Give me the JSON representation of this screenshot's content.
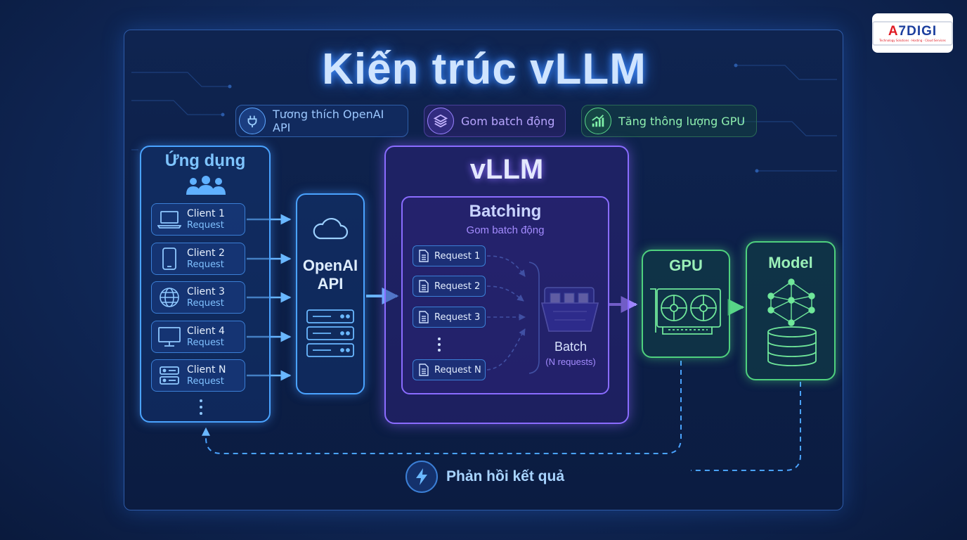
{
  "title": "Kiến trúc vLLM",
  "features": [
    {
      "label": "Tương thích OpenAI API",
      "icon": "plug-icon",
      "color": "#5fa8ff"
    },
    {
      "label": "Gom batch động",
      "icon": "layers-icon",
      "color": "#9a84ff"
    },
    {
      "label": "Tăng thông lượng GPU",
      "icon": "growth-chart-icon",
      "color": "#5ad68a"
    }
  ],
  "app": {
    "title": "Ứng dụng",
    "clients": [
      {
        "name": "Client 1",
        "sub": "Request",
        "icon": "laptop-icon"
      },
      {
        "name": "Client 2",
        "sub": "Request",
        "icon": "smartphone-icon"
      },
      {
        "name": "Client 3",
        "sub": "Request",
        "icon": "globe-icon"
      },
      {
        "name": "Client 4",
        "sub": "Request",
        "icon": "monitor-icon"
      },
      {
        "name": "Client N",
        "sub": "Request",
        "icon": "server-icon"
      }
    ]
  },
  "api": {
    "line1": "OpenAI",
    "line2": "API"
  },
  "vllm": {
    "title": "vLLM",
    "batching_title": "Batching",
    "batching_subtitle": "Gom batch động",
    "requests": [
      "Request 1",
      "Request 2",
      "Request 3",
      "Request N"
    ],
    "batch_label": "Batch",
    "batch_sub": "(N requests)"
  },
  "gpu": {
    "title": "GPU"
  },
  "model": {
    "title": "Model"
  },
  "feedback": "Phản hồi kết quả",
  "logo": {
    "text_a": "A",
    "text_rest": "7DIGI",
    "tagline": "Technology Solutions · Hosting · Cloud Services"
  },
  "colors": {
    "blue": "#4aa3ff",
    "purple": "#8a6cff",
    "green": "#4fd17e"
  }
}
